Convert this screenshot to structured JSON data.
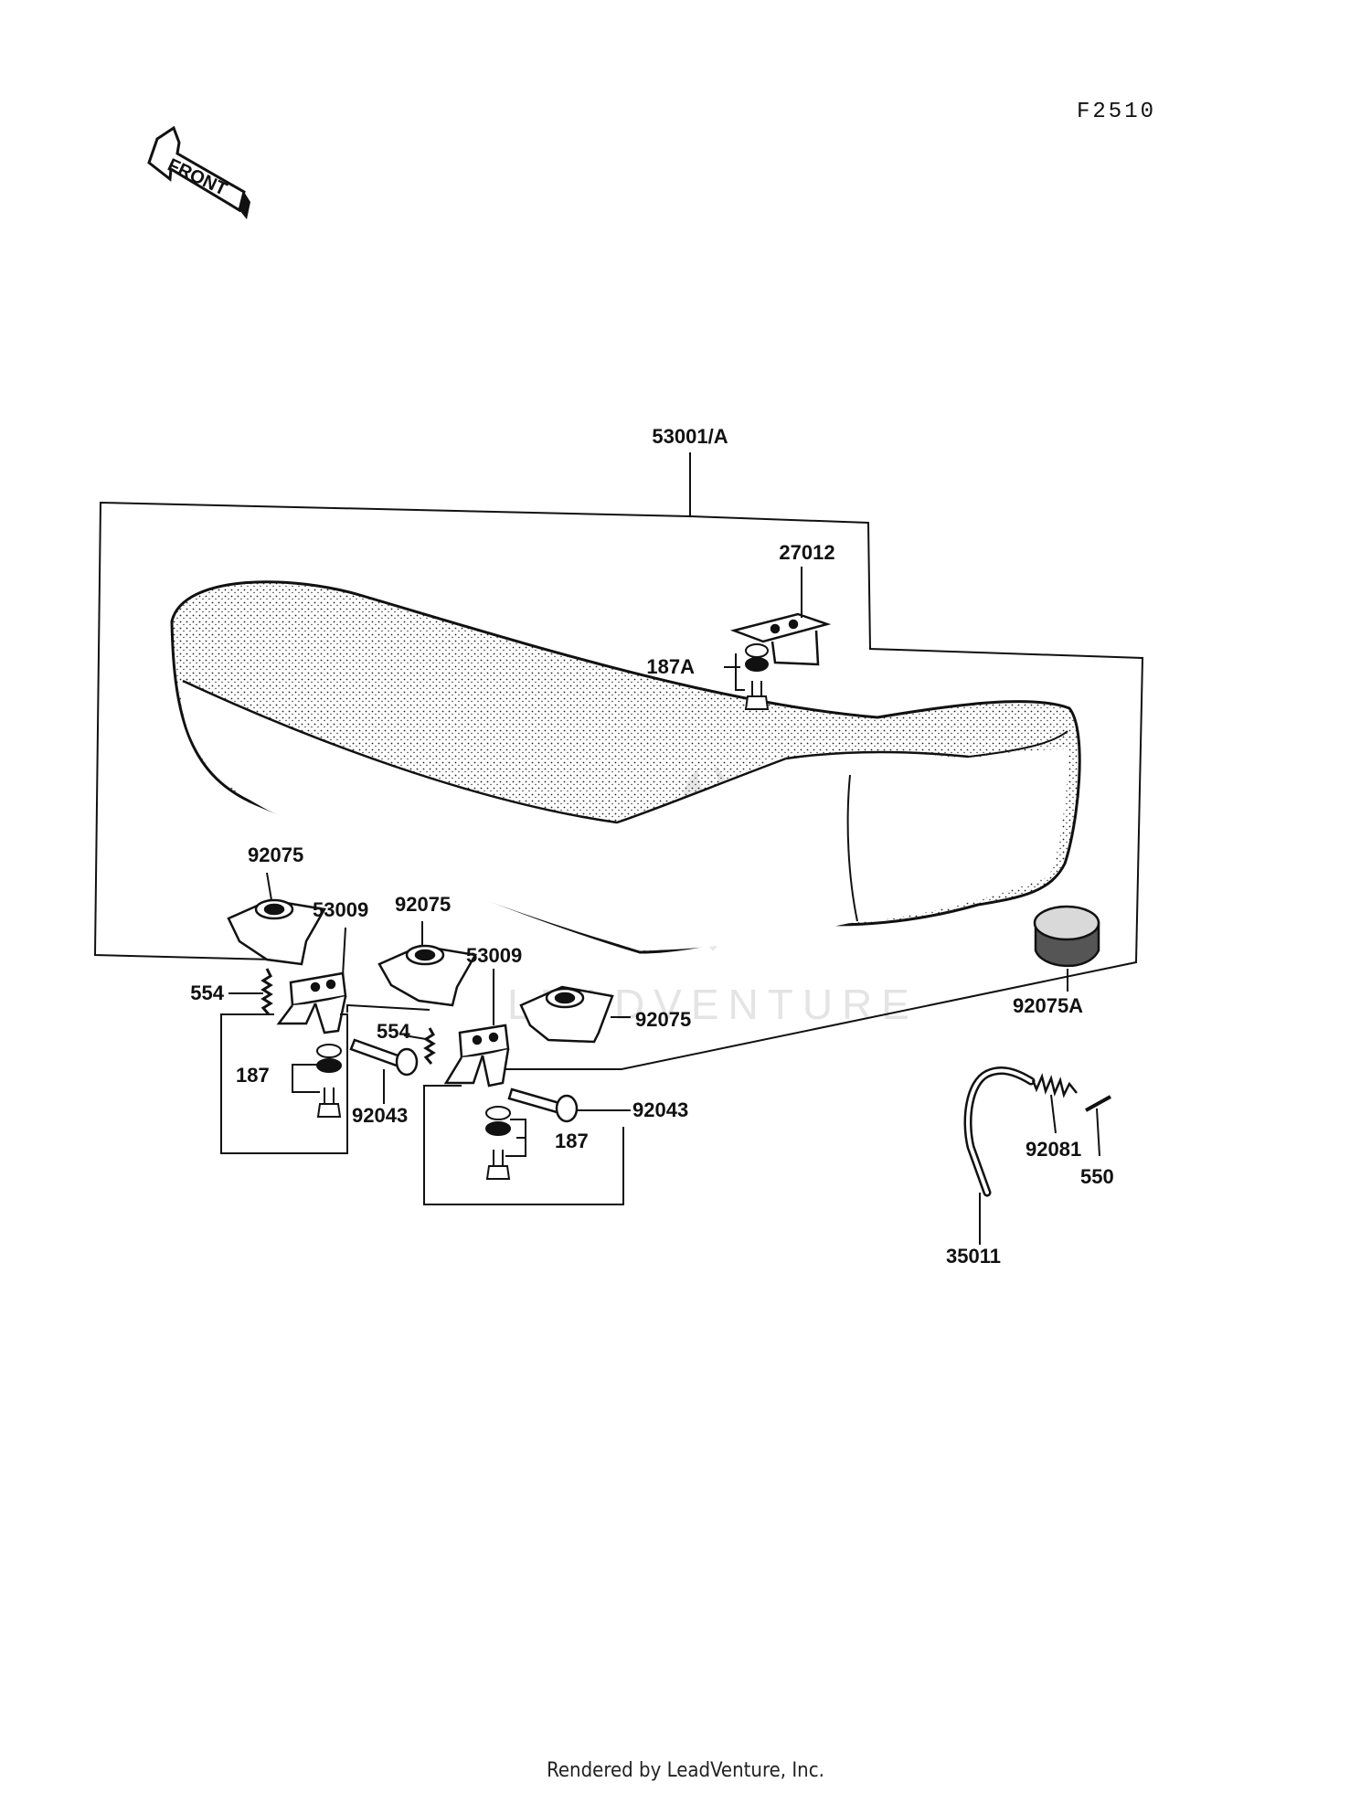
{
  "diagram": {
    "code": "F2510",
    "front_label": "FRONT",
    "watermark": "LEADVENTURE",
    "parts": {
      "p53001A": "53001/A",
      "p27012": "27012",
      "p187A": "187A",
      "p92075_left": "92075",
      "p53009_left": "53009",
      "p92075_mid": "92075",
      "p53009_mid": "53009",
      "p92075_right": "92075",
      "p92075A": "92075A",
      "p554_left": "554",
      "p554_mid": "554",
      "p187_left": "187",
      "p187_right": "187",
      "p92043_left": "92043",
      "p92043_right": "92043",
      "p92081": "92081",
      "p550": "550",
      "p35011": "35011"
    }
  },
  "footer": {
    "text": "Rendered by LeadVenture, Inc."
  }
}
